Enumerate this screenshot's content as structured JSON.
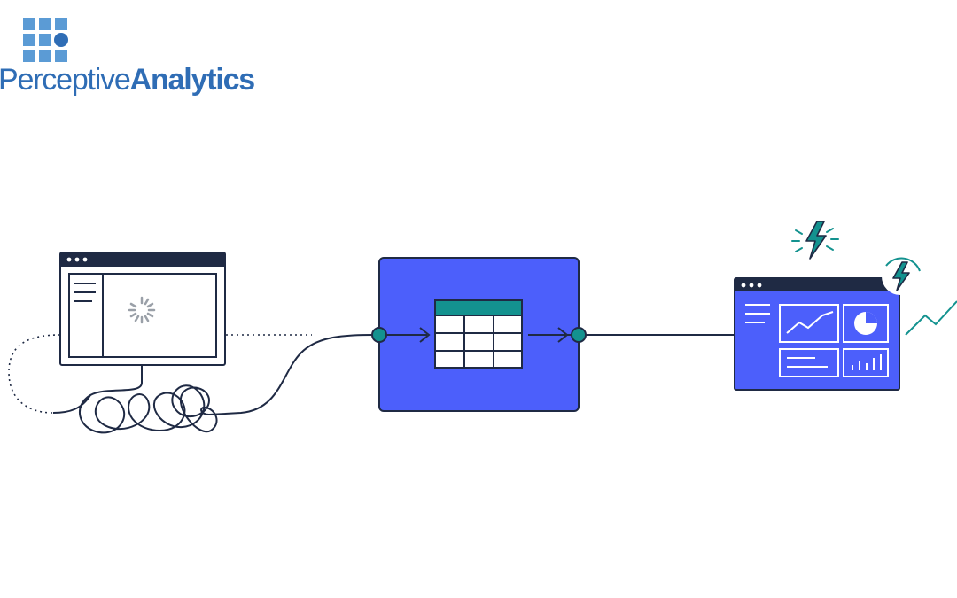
{
  "logo": {
    "name_light": "Perceptive",
    "name_bold": "Analytics"
  },
  "diagram": {
    "nodes": [
      {
        "id": "source",
        "icon": "loading-spinner-window-icon"
      },
      {
        "id": "transform",
        "icon": "table-icon"
      },
      {
        "id": "dashboard",
        "icon": "dashboard-window-icon"
      }
    ],
    "edges": [
      {
        "from": "source",
        "to": "transform"
      },
      {
        "from": "transform",
        "to": "dashboard"
      }
    ]
  },
  "colors": {
    "brand_blue": "#2f6db5",
    "logo_square": "#5b9bd5",
    "node_blue": "#4c5ffb",
    "navy": "#1f2a44",
    "teal": "#13928f",
    "spinner_gray": "#9aa0a8"
  }
}
